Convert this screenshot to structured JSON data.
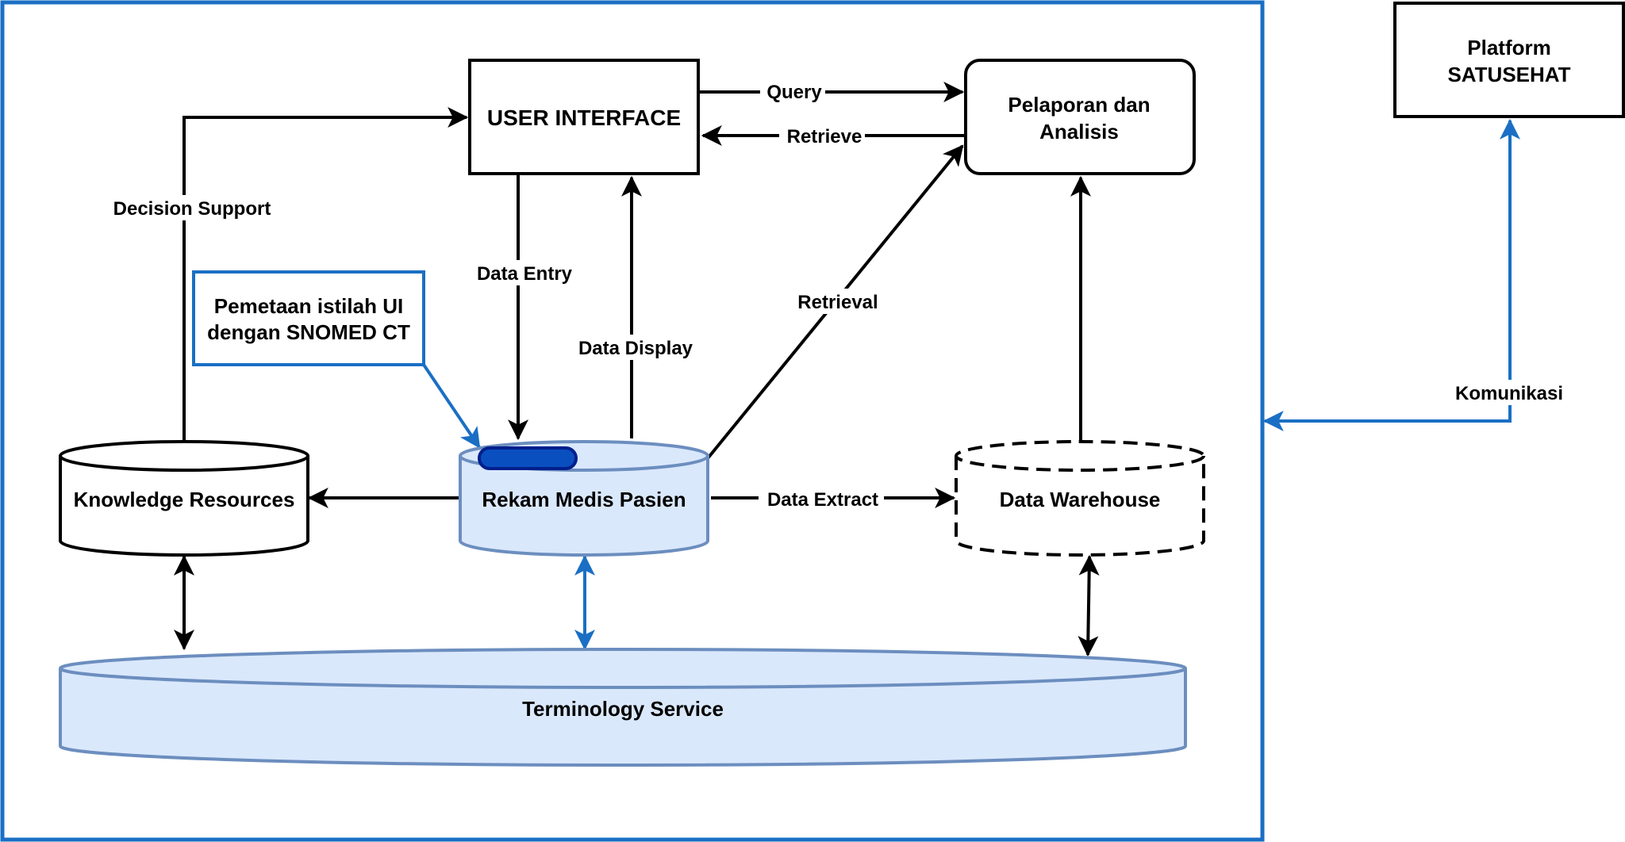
{
  "nodes": {
    "user_interface": "USER INTERFACE",
    "reporting_line1": "Pelaporan dan",
    "reporting_line2": "Analisis",
    "platform_line1": "Platform",
    "platform_line2": "SATUSEHAT",
    "mapping_line1": "Pemetaan istilah UI",
    "mapping_line2": "dengan SNOMED CT",
    "knowledge": "Knowledge Resources",
    "medical_record": "Rekam Medis Pasien",
    "warehouse": "Data Warehouse",
    "terminology": "Terminology Service"
  },
  "edges": {
    "query": "Query",
    "retrieve": "Retrieve",
    "decision_support": "Decision Support",
    "data_entry": "Data Entry",
    "data_display": "Data Display",
    "retrieval": "Retrieval",
    "data_extract": "Data Extract",
    "komunikasi": "Komunikasi"
  },
  "colors": {
    "frame_blue": "#1a6fc4",
    "db_fill": "#dae8fc",
    "db_stroke": "#6c8ebf",
    "chip_fill": "#0a4fbf",
    "chip_stroke": "#001f8c",
    "line_black": "#000000"
  }
}
